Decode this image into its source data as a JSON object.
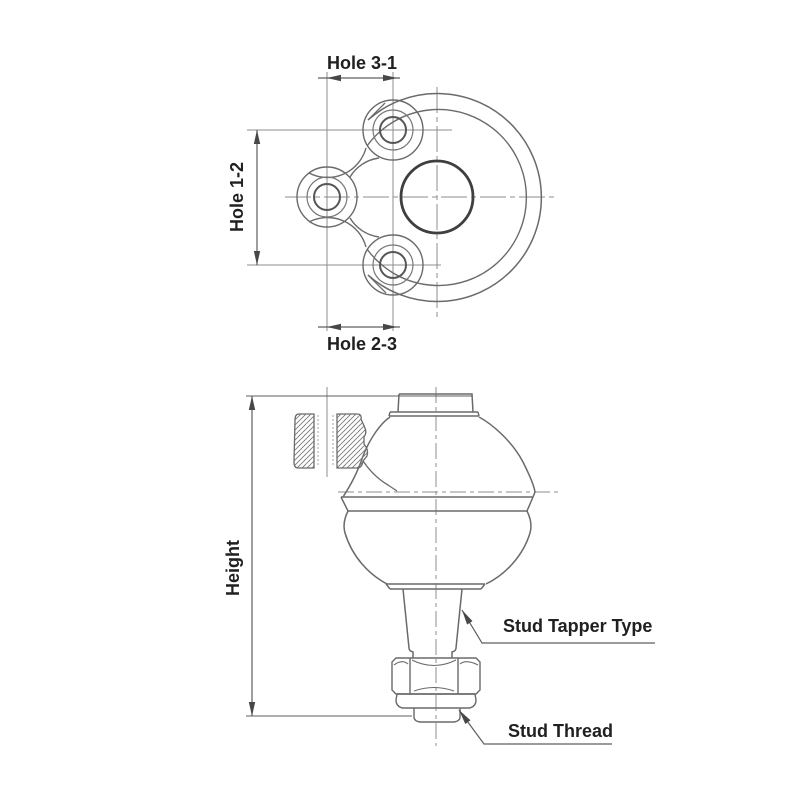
{
  "labels": {
    "hole_3_1": "Hole 3-1",
    "hole_1_2": "Hole 1-2",
    "hole_2_3": "Hole 2-3",
    "height": "Height",
    "stud_tapper_type": "Stud Tapper Type",
    "stud_thread": "Stud Thread"
  },
  "colors": {
    "background": "#ffffff",
    "outline": "#6a6a6a",
    "bore_dark": "#3f3f3f",
    "centerline": "#8c8c8c",
    "dimension": "#5f5f5f",
    "text": "#202020"
  }
}
